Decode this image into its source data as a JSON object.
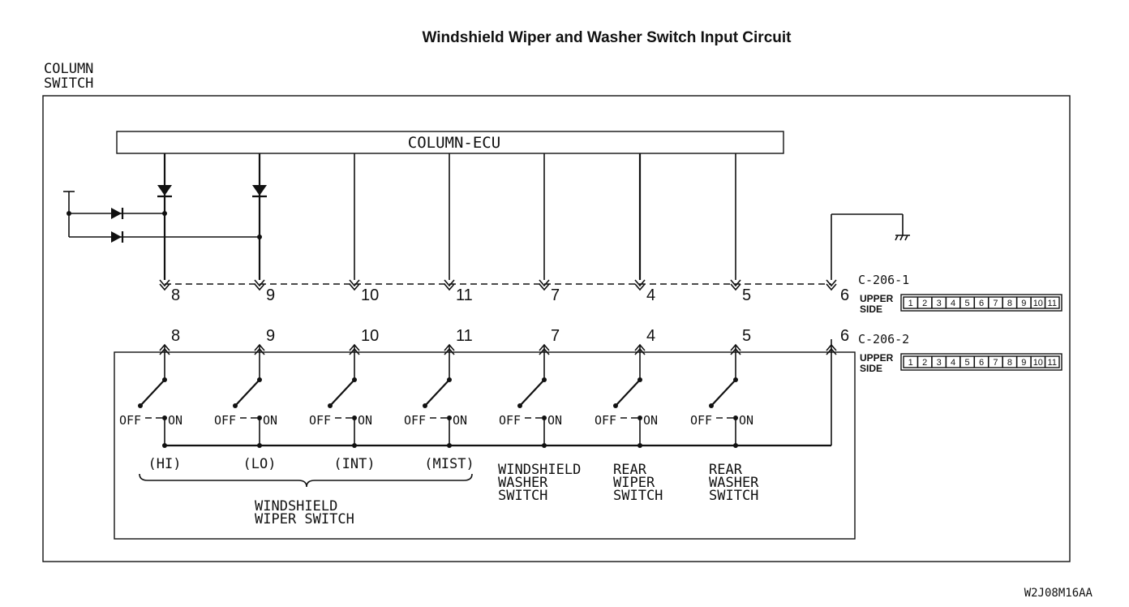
{
  "title": "Windshield Wiper and Washer Switch Input Circuit",
  "column_switch_label": [
    "COLUMN",
    "SWITCH"
  ],
  "ecu_label": "COLUMN-ECU",
  "connector_top": {
    "name": "C-206-1",
    "pin": "6",
    "side": [
      "UPPER",
      "SIDE"
    ]
  },
  "connector_bottom": {
    "name": "C-206-2",
    "pin": "6",
    "side": [
      "UPPER",
      "SIDE"
    ]
  },
  "connector_cells": [
    "1",
    "2",
    "3",
    "4",
    "5",
    "6",
    "7",
    "8",
    "9",
    "10",
    "11"
  ],
  "switch_off_label": "OFF",
  "switch_on_label": "ON",
  "pins": [
    "8",
    "9",
    "10",
    "11",
    "7",
    "4",
    "5"
  ],
  "position_labels": [
    "(HI)",
    "(LO)",
    "(INT)",
    "(MIST)"
  ],
  "wiper_switch_label": [
    "WINDSHIELD",
    "WIPER SWITCH"
  ],
  "washer_switch_label": [
    "WINDSHIELD",
    "WASHER",
    "SWITCH"
  ],
  "rear_wiper_label": [
    "REAR",
    "WIPER",
    "SWITCH"
  ],
  "rear_washer_label": [
    "REAR",
    "WASHER",
    "SWITCH"
  ],
  "figure_code": "W2J08M16AA"
}
